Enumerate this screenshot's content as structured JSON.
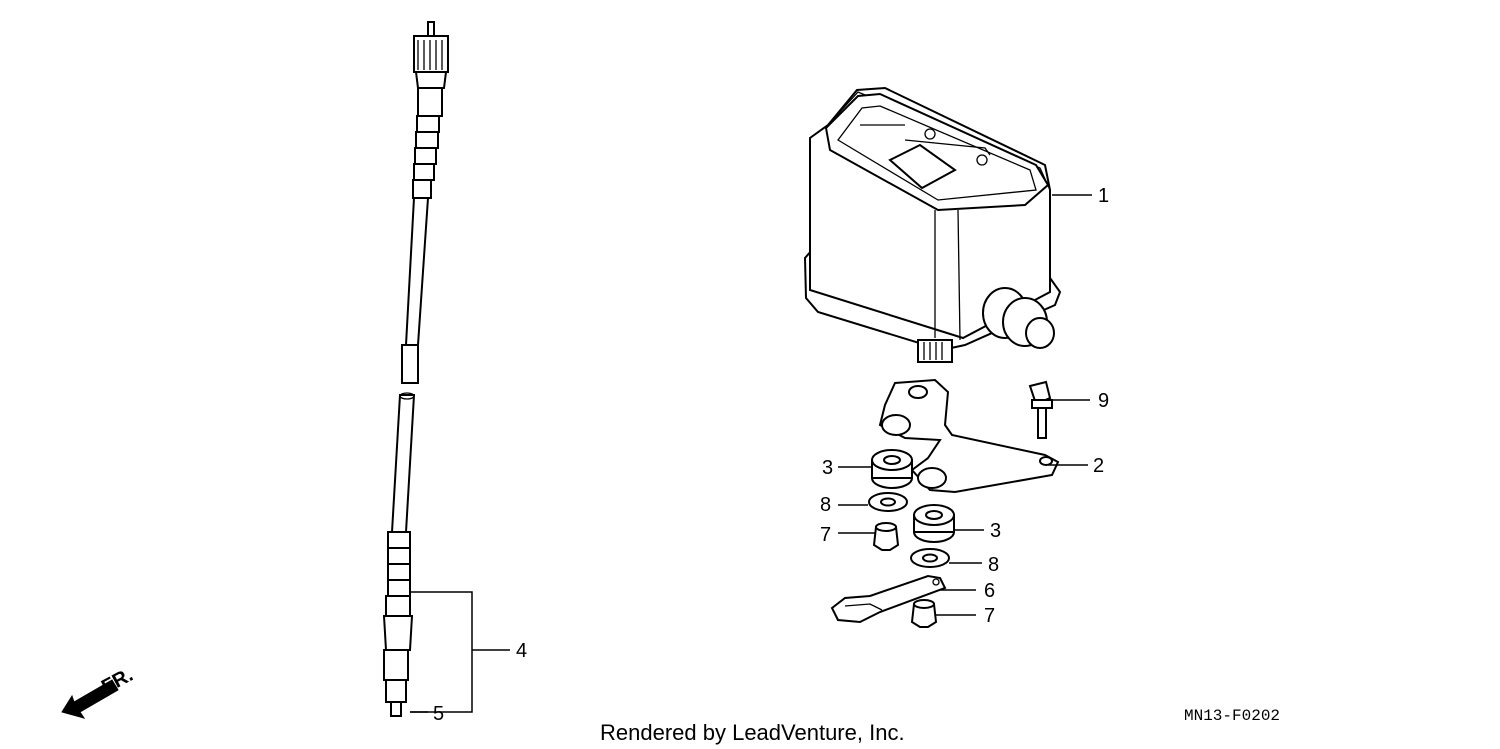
{
  "callouts": {
    "c1": "1",
    "c2": "2",
    "c3a": "3",
    "c3b": "3",
    "c4": "4",
    "c5": "5",
    "c6": "6",
    "c7a": "7",
    "c7b": "7",
    "c8a": "8",
    "c8b": "8",
    "c9": "9"
  },
  "direction_label": "FR.",
  "diagram_code": "MN13-F0202",
  "footer": "Rendered by LeadVenture, Inc."
}
